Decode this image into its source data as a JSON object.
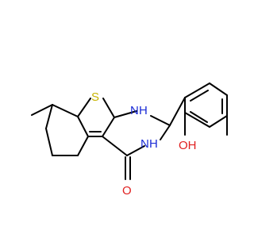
{
  "molecule": {
    "atoms": {
      "sulfur": {
        "label": "S",
        "color": "#c8b400"
      },
      "nh_top": {
        "label": "H",
        "color": "#1a2bd6",
        "element": "N",
        "element_color": "#1a2bd6"
      },
      "nh_bottom": {
        "label": "H",
        "color": "#1a2bd6",
        "element": "N",
        "element_color": "#1a2bd6"
      },
      "carbonyl_oxygen": {
        "label": "O",
        "color": "#e02020"
      },
      "hydroxyl_oxygen": {
        "label": "OH",
        "color": "#e02020"
      }
    },
    "bond_color": "#000000"
  }
}
